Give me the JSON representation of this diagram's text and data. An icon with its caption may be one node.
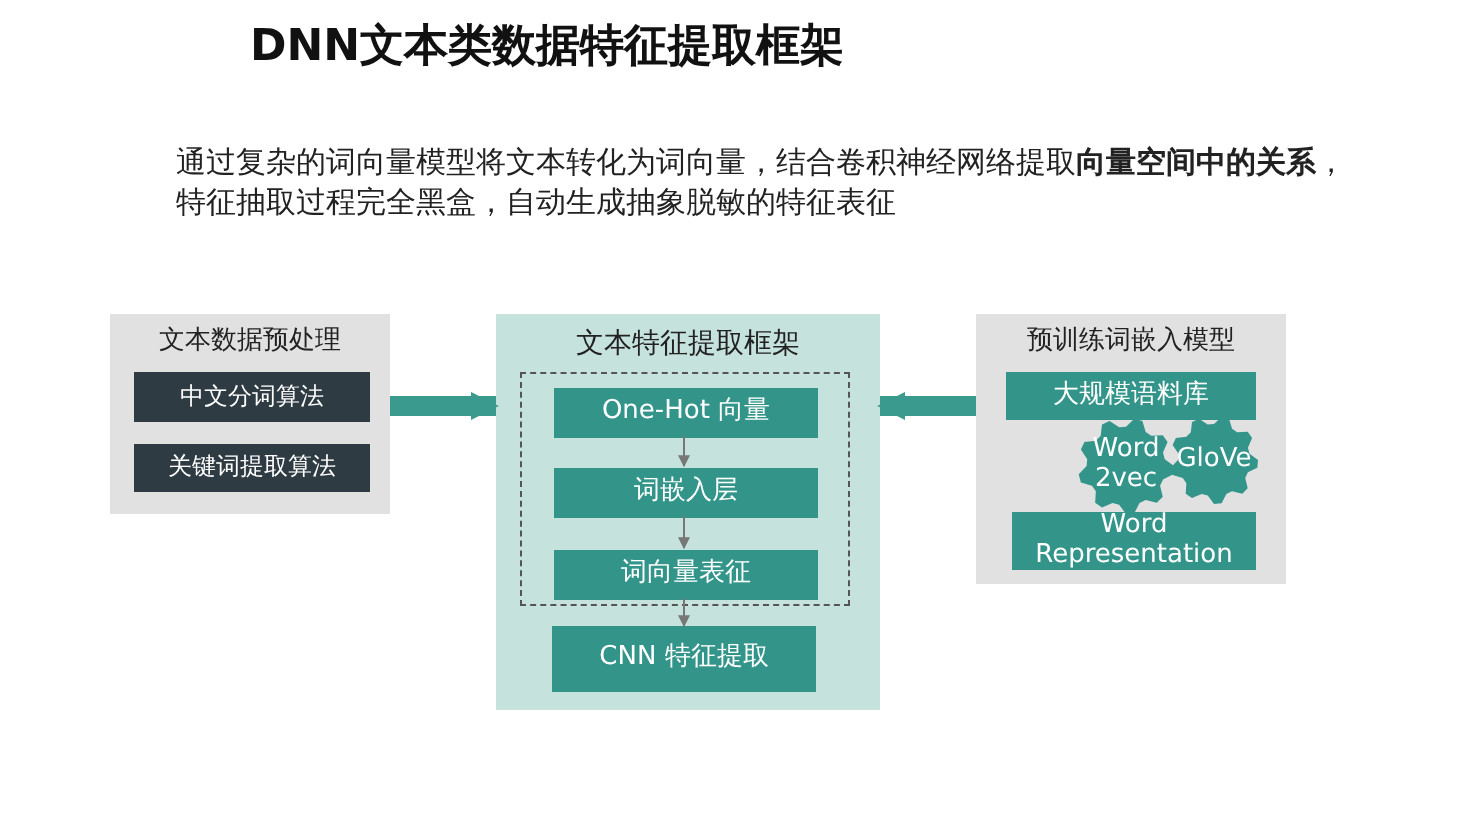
{
  "diagram": {
    "title": "DNN文本类数据特征提取框架",
    "nodes": [
      {
        "text": [
          "文本数据预处理"
        ]
      },
      {
        "text": [
          "中文分词算法"
        ],
        "in": 0
      },
      {
        "text": [
          "关键词提取算法"
        ],
        "in": 0
      },
      {
        "text": [
          "文本特征提取框架"
        ]
      },
      {
        "text": [],
        "shape": "box",
        "in": 3
      },
      {
        "text": [
          "One-Hot 向量"
        ],
        "in": 4
      },
      {
        "text": [
          "词嵌入层"
        ],
        "in": 4
      },
      {
        "text": [
          "词向量表征"
        ],
        "in": 4
      },
      {
        "text": [
          "CNN 特征提取"
        ],
        "in": 3
      },
      {
        "text": [
          "预训练词嵌入模型"
        ]
      },
      {
        "text": [
          "大规模语料库"
        ],
        "in": 9
      },
      {
        "text": [
          "Word 2vec"
        ],
        "in": 9
      },
      {
        "text": [
          "GloVe"
        ],
        "in": 9
      },
      {
        "text": [
          "Word Representation"
        ],
        "in": 9
      }
    ],
    "edges": [
      {
        "from": 0,
        "to": 3,
        "arrow": "to",
        "style": "thick",
        "color": "#3a9a8d"
      },
      {
        "from": 9,
        "to": 3,
        "arrow": "to",
        "style": "thick",
        "color": "#3a9a8d"
      },
      {
        "from": 5,
        "to": 6,
        "arrow": "to"
      },
      {
        "from": 6,
        "to": 7,
        "arrow": "to"
      },
      {
        "from": 7,
        "to": 8,
        "arrow": "to"
      }
    ],
    "labels": [
      "通过复杂的词向量模型将文本转化为词向量，结合卷积神经网络提取**向量空间中的关系**，特征抽取过程完全黑盒，自动生成抽象脱敏的特征表征"
    ]
  }
}
